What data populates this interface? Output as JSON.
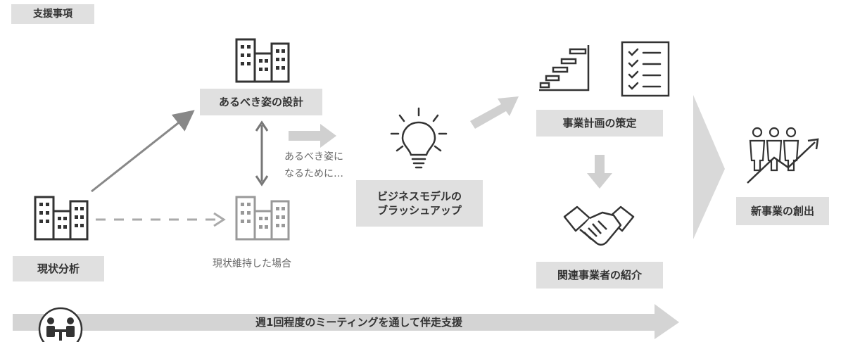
{
  "header_tag": "支援事項",
  "nodes": {
    "current_analysis": "現状分析",
    "ideal_design": "あるべき姿の設計",
    "status_quo_case": "現状維持した場合",
    "ideal_note_line1": "あるべき姿に",
    "ideal_note_line2": "なるために…",
    "brushup_line1": "ビジネスモデルの",
    "brushup_line2": "ブラッシュアップ",
    "business_plan": "事業計画の策定",
    "partner_intro": "関連事業者の紹介",
    "new_business": "新事業の創出"
  },
  "footer_banner": "週1回程度のミーティングを通して伴走支援",
  "colors": {
    "label_bg": "#e0e0e0",
    "arrow_gray": "#d4d4d4",
    "line_gray": "#888888"
  }
}
